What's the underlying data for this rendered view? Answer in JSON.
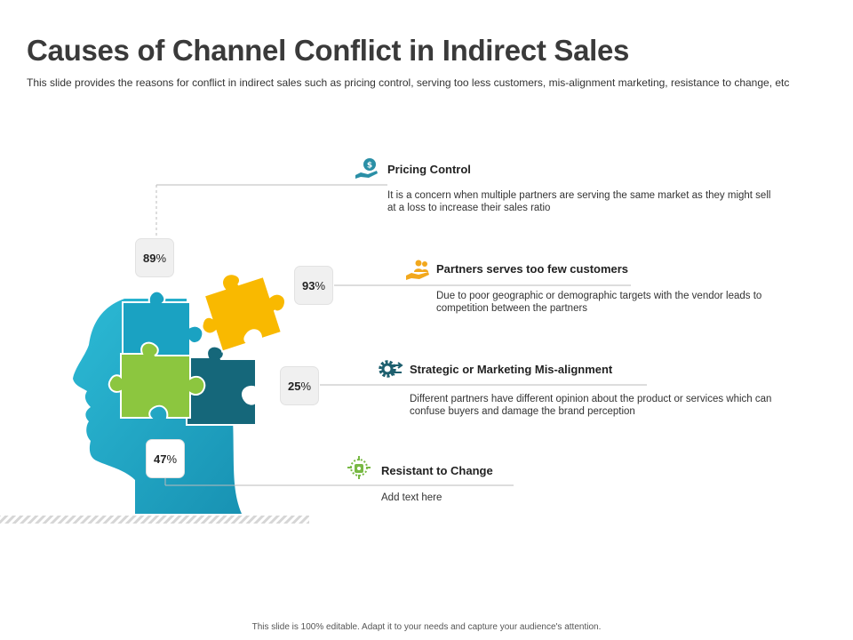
{
  "slide": {
    "title": "Causes of Channel Conflict in Indirect Sales",
    "subtitle": "This slide provides  the reasons for conflict in indirect sales such as pricing control, serving  too less customers, mis-alignment marketing, resistance to change, etc",
    "footer": "This slide is 100% editable. Adapt it to your needs and capture your audience's attention."
  },
  "colors": {
    "teal_light": "#29b6d1",
    "teal_dark": "#15677a",
    "green": "#8cc63f",
    "yellow": "#f9b900",
    "icon_teal": "#2a8fa6",
    "icon_yellow": "#f2a81d",
    "icon_dark": "#1d5f6e",
    "icon_green": "#78b944"
  },
  "items": [
    {
      "value": "89",
      "unit": "%",
      "title": "Pricing Control",
      "description": "It is a concern when multiple partners are serving the same market as they might sell at a loss to increase their sales ratio",
      "icon": "money-hand-icon"
    },
    {
      "value": "93",
      "unit": "%",
      "title": "Partners serves too few customers",
      "description": "Due to  poor geographic or demographic targets with the vendor leads to competition between the partners",
      "icon": "people-hand-icon"
    },
    {
      "value": "25",
      "unit": "%",
      "title": "Strategic or Marketing Mis-alignment",
      "description": "Different partners have different opinion about the product or services which can confuse buyers and damage the brand perception",
      "icon": "gear-arrows-icon"
    },
    {
      "value": "47",
      "unit": "%",
      "title": "Resistant to Change",
      "description": "Add text here",
      "icon": "change-cycle-icon"
    }
  ]
}
